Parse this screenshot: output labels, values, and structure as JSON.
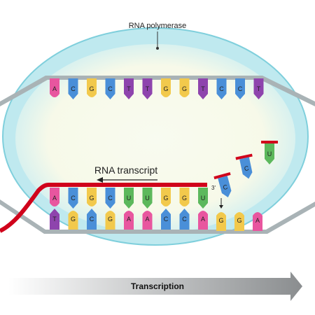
{
  "labels": {
    "polymerase": "RNA polymerase",
    "transcript": "RNA transcript",
    "prime3": "3'",
    "arrow": "Transcription"
  },
  "colors": {
    "A": "#e8569f",
    "C": "#4a8fd8",
    "G": "#f2c94c",
    "T": "#8e44ad",
    "U": "#5cb85c",
    "rna_strand": "#d0021b",
    "bubble": "#cfeef3",
    "dna_backbone": "#a9b3b6"
  },
  "template_strand_top": [
    "A",
    "C",
    "G",
    "C",
    "T",
    "T",
    "G",
    "G",
    "T",
    "C",
    "C",
    "T"
  ],
  "rna_pairs": {
    "rna": [
      "A",
      "C",
      "G",
      "C",
      "U",
      "U",
      "G",
      "G",
      "U"
    ],
    "dna": [
      "T",
      "G",
      "C",
      "G",
      "A",
      "A",
      "C",
      "C",
      "A"
    ]
  },
  "unpaired_bottom": [
    "G",
    "G",
    "A"
  ],
  "incoming_nucleotides": [
    "C",
    "C",
    "U"
  ]
}
